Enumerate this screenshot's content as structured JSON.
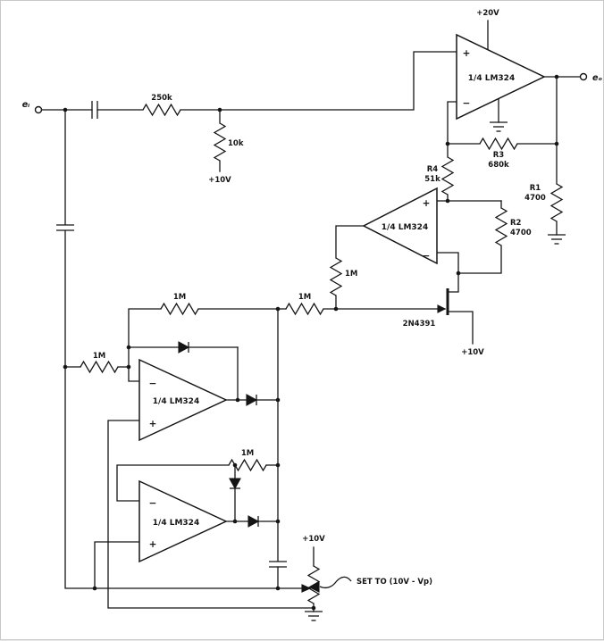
{
  "diagram": {
    "kind": "op-amp peak detector schematic",
    "io": {
      "input": "eᵢ",
      "output": "eₒ"
    },
    "opamp": "1/4 LM324",
    "signs": {
      "plus": "+",
      "minus": "−"
    },
    "supplies": {
      "v20": "+20V",
      "v10": "+10V"
    },
    "resistors": {
      "r250k": "250k",
      "r10k": "10k",
      "r1m": "1M",
      "r1": {
        "name": "R1",
        "value": "4700"
      },
      "r2": {
        "name": "R2",
        "value": "4700"
      },
      "r3": {
        "name": "R3",
        "value": "680k"
      },
      "r4": {
        "name": "R4",
        "value": "51k"
      }
    },
    "transistor": "2N4391",
    "note": "SET TO (10V - Vp)"
  }
}
